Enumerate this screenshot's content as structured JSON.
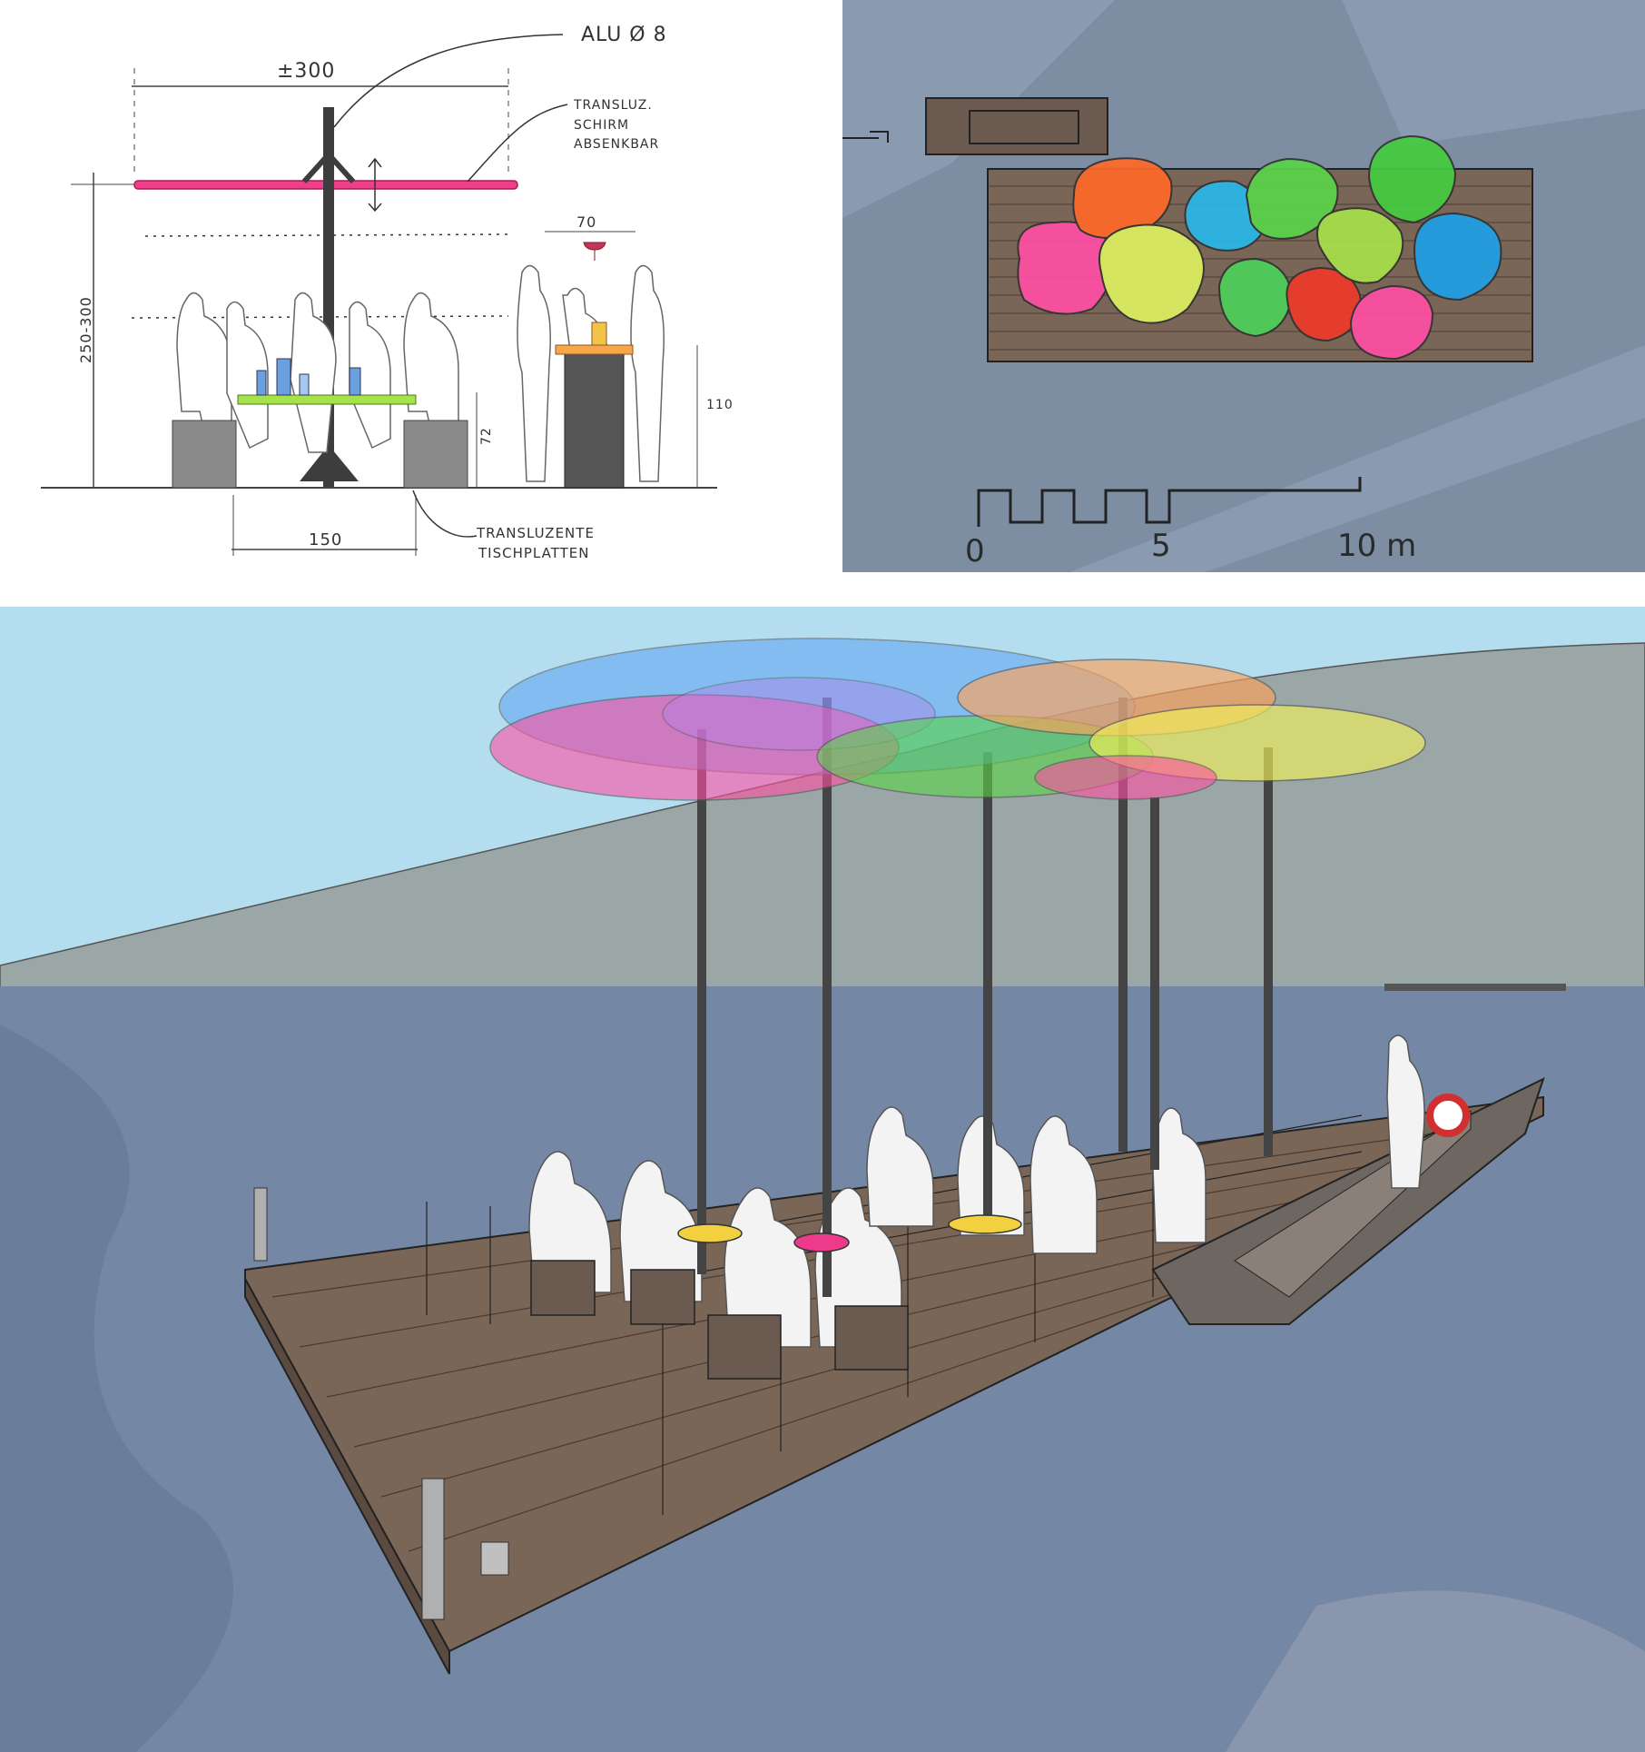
{
  "section": {
    "dim_width": "±300",
    "pole_label": "ALU Ø 8",
    "canopy_label_1": "TRANSLUZ.",
    "canopy_label_2": "SCHIRM",
    "canopy_label_3": "ABSENKBAR",
    "dim_height": "250-300",
    "dim_bar_width": "70",
    "dim_table_h": "72",
    "dim_bar_h": "110",
    "dim_table_w": "150",
    "table_label_1": "TRANSLUZENTE",
    "table_label_2": "TISCHPLATTEN"
  },
  "plan": {
    "scale_0": "0",
    "scale_5": "5",
    "scale_10": "10 m"
  },
  "colors": {
    "pink": "#ff4fa3",
    "orange": "#ff7a1f",
    "green": "#44d54a",
    "cyan": "#1fb6e8",
    "yellow": "#f2f05a",
    "red": "#ee3a2a",
    "blue": "#5aa2f0",
    "purple": "#b37fe8",
    "deck": "#7a6657",
    "water": "#7488a6",
    "sky": "#b4def0"
  }
}
